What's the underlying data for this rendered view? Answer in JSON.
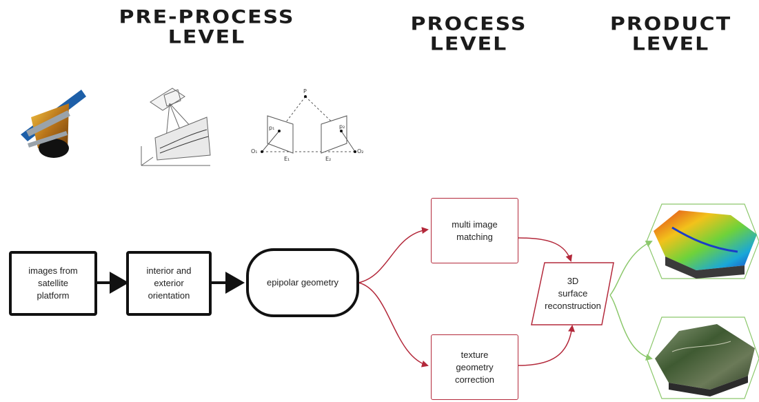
{
  "headings": {
    "pre_process": [
      "PRE-PROCESS",
      "LEVEL"
    ],
    "process": [
      "PROCESS",
      "LEVEL"
    ],
    "product": [
      "PRODUCT",
      "LEVEL"
    ]
  },
  "nodes": {
    "images_from_satellite": "images from\nsatellite\nplatform",
    "interior_exterior": "interior and\nexterior\norientation",
    "epipolar": "epipolar geometry",
    "multi_image": "multi image\nmatching",
    "texture": "texture\ngeometry\ncorrection",
    "surface": "3D\nsurface\nreconstruction"
  },
  "epipolar_sketch_labels": {
    "p": "P",
    "p1": "p₁",
    "p2": "p₂",
    "o1": "O₁",
    "o2": "O₂",
    "e1": "E₁",
    "e2": "E₂"
  },
  "colors": {
    "black_path": "#111111",
    "red_path": "#b3283a",
    "green_path": "#8cc86c"
  },
  "icons": [
    "satellite-icon",
    "sensor-geometry-sketch",
    "epipolar-geometry-sketch",
    "dem-height-map",
    "textured-terrain-model"
  ]
}
